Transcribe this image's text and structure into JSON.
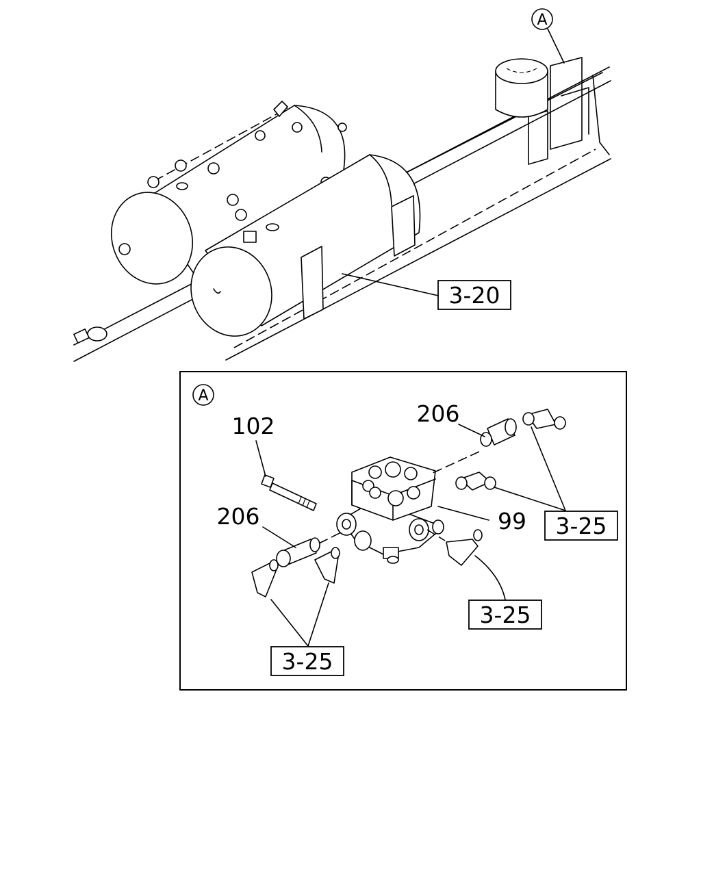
{
  "callout_top": {
    "letter": "A"
  },
  "detail_view": {
    "letter": "A"
  },
  "labels": {
    "ref_3_20": "3-20",
    "part_102": "102",
    "part_206_upper": "206",
    "part_206_lower": "206",
    "part_99": "99",
    "ref_3_25_right": "3-25",
    "ref_3_25_center": "3-25",
    "ref_3_25_left": "3-25"
  }
}
